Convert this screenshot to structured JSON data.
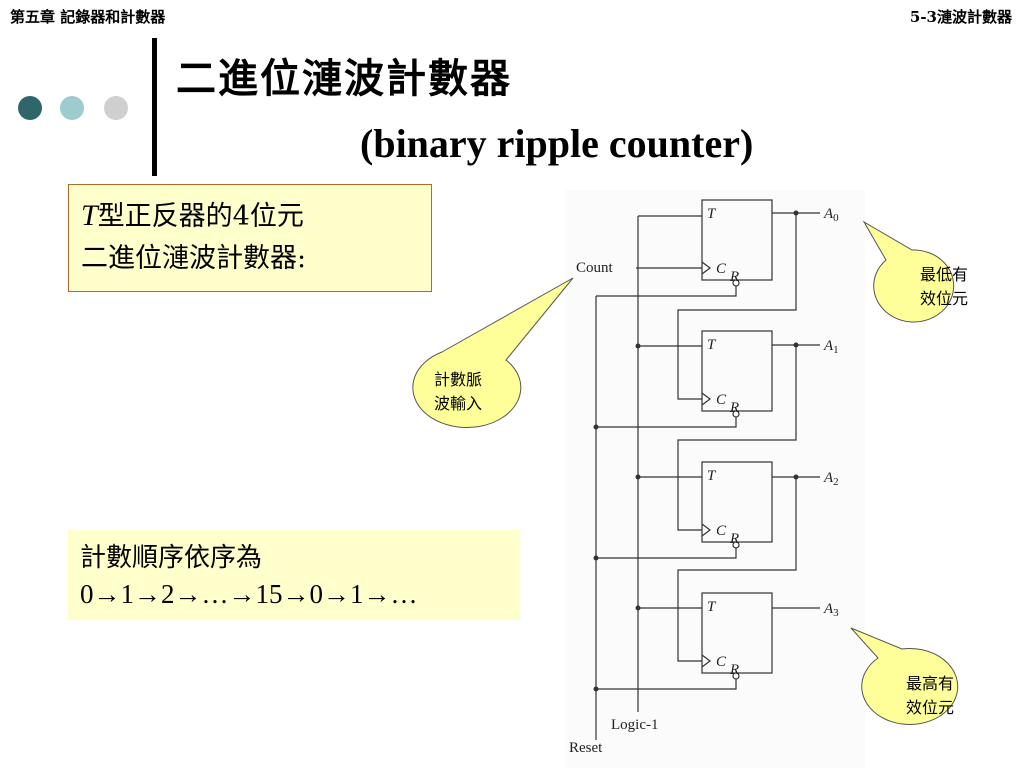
{
  "header": {
    "left": "第五章 記錄器和計數器",
    "right": "5-3漣波計數器"
  },
  "colors": {
    "dot1": "#2f6669",
    "dot2": "#9cccd0",
    "dot3": "#cfcfcf",
    "note_bg": "#ffffcc",
    "callout_bg": "#ffff99"
  },
  "title": {
    "line1": "二進位漣波計數器",
    "line2": "(binary ripple counter)"
  },
  "note1": {
    "t": "T",
    "line1_rest": "型正反器的4位元",
    "line2": "二進位漣波計數器:"
  },
  "note2": {
    "line1": "計數順序依序為",
    "line2": "0→1→2→…→15→0→1→…"
  },
  "circuit": {
    "count_label": "Count",
    "logic_label": "Logic-1",
    "reset_label": "Reset",
    "t_label": "T",
    "c_label": "C",
    "r_label": "R",
    "outputs": [
      "A",
      "A",
      "A",
      "A"
    ],
    "output_subs": [
      "0",
      "1",
      "2",
      "3"
    ]
  },
  "callouts": {
    "lsb": [
      "最低有",
      "效位元"
    ],
    "input": [
      "計數脈",
      "波輸入"
    ],
    "msb": [
      "最高有",
      "效位元"
    ]
  }
}
